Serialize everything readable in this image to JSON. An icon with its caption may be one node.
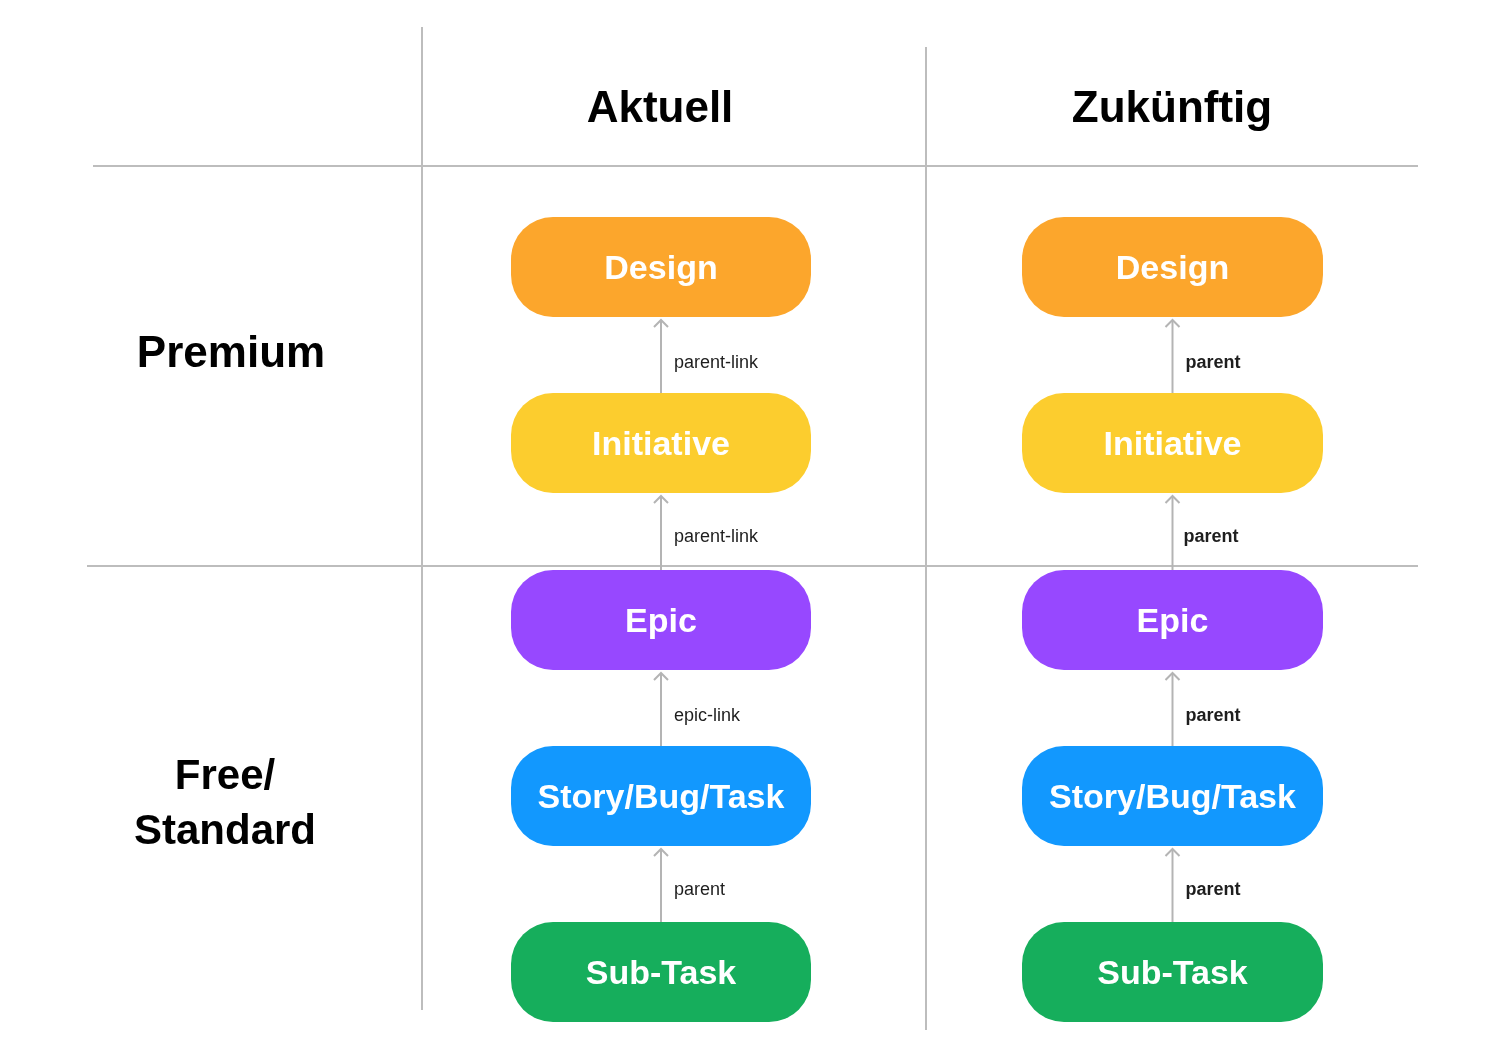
{
  "diagram": {
    "nodes": [
      {
        "text": [
          "Design"
        ]
      },
      {
        "text": [
          "Initiative"
        ]
      },
      {
        "text": [
          "Epic"
        ]
      },
      {
        "text": [
          "Story/Bug/Task"
        ]
      },
      {
        "text": [
          "Sub-Task"
        ]
      },
      {
        "text": [
          "Design"
        ]
      },
      {
        "text": [
          "Initiative"
        ]
      },
      {
        "text": [
          "Epic"
        ]
      },
      {
        "text": [
          "Story/Bug/Task"
        ]
      },
      {
        "text": [
          "Sub-Task"
        ]
      }
    ],
    "edges": [
      {
        "from": 1,
        "to": 0,
        "arrow": "to",
        "label": "parent-link"
      },
      {
        "from": 2,
        "to": 1,
        "arrow": "to",
        "label": "parent-link"
      },
      {
        "from": 3,
        "to": 2,
        "arrow": "to",
        "label": "epic-link"
      },
      {
        "from": 4,
        "to": 3,
        "arrow": "to",
        "label": "parent"
      },
      {
        "from": 6,
        "to": 5,
        "arrow": "to",
        "label": "parent"
      },
      {
        "from": 7,
        "to": 6,
        "arrow": "to",
        "label": "parent"
      },
      {
        "from": 8,
        "to": 7,
        "arrow": "to",
        "label": "parent"
      },
      {
        "from": 9,
        "to": 8,
        "arrow": "to",
        "label": "parent"
      }
    ],
    "labels": [
      "Aktuell",
      "Zukünftig",
      "Premium",
      "Free/ Standard"
    ]
  }
}
